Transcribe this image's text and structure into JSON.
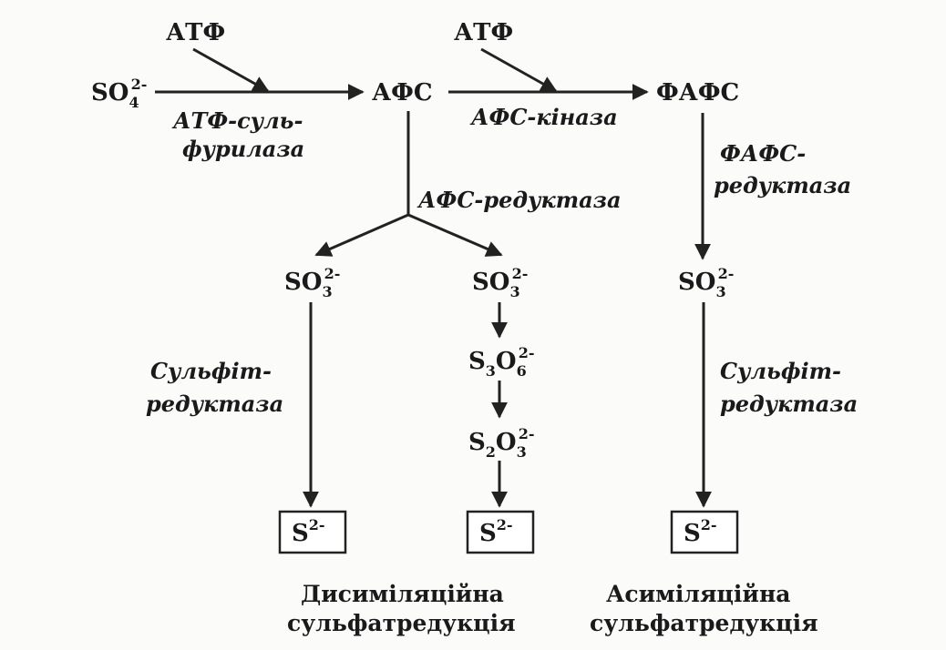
{
  "nodes": {
    "sulfate": {
      "base": "SO",
      "sub": "4",
      "sup": "2-"
    },
    "atp1": "АТФ",
    "atp2": "АТФ",
    "aps": "АФС",
    "paps": "ФАФС",
    "sulfite_left": {
      "base": "SO",
      "sub": "3",
      "sup": "2-"
    },
    "sulfite_mid": {
      "base": "SO",
      "sub": "3",
      "sup": "2-"
    },
    "sulfite_right": {
      "base": "SO",
      "sub": "3",
      "sup": "2-"
    },
    "trithionate": {
      "base": "S",
      "sub1": "3",
      "base2": "O",
      "sub2": "6",
      "sup": "2-"
    },
    "thiosulfate": {
      "base": "S",
      "sub1": "2",
      "base2": "O",
      "sub2": "3",
      "sup": "2-"
    },
    "sulfide_left": {
      "base": "S",
      "sup": "2-"
    },
    "sulfide_mid": {
      "base": "S",
      "sup": "2-"
    },
    "sulfide_right": {
      "base": "S",
      "sup": "2-"
    }
  },
  "enzymes": {
    "atp_sulfurylase_1": "АТФ-суль-",
    "atp_sulfurylase_2": "фурилаза",
    "aps_kinase": "АФС-кіназа",
    "aps_reductase": "АФС-редуктаза",
    "paps_reductase_1": "ФАФС-",
    "paps_reductase_2": "редуктаза",
    "sulfite_reductase_left_1": "Сульфіт-",
    "sulfite_reductase_left_2": "редуктаза",
    "sulfite_reductase_right_1": "Сульфіт-",
    "sulfite_reductase_right_2": "редуктаза"
  },
  "captions": {
    "dissimilatory_1": "Дисиміляційна",
    "dissimilatory_2": "сульфатредукція",
    "assimilatory_1": "Асиміляційна",
    "assimilatory_2": "сульфатредукція"
  }
}
